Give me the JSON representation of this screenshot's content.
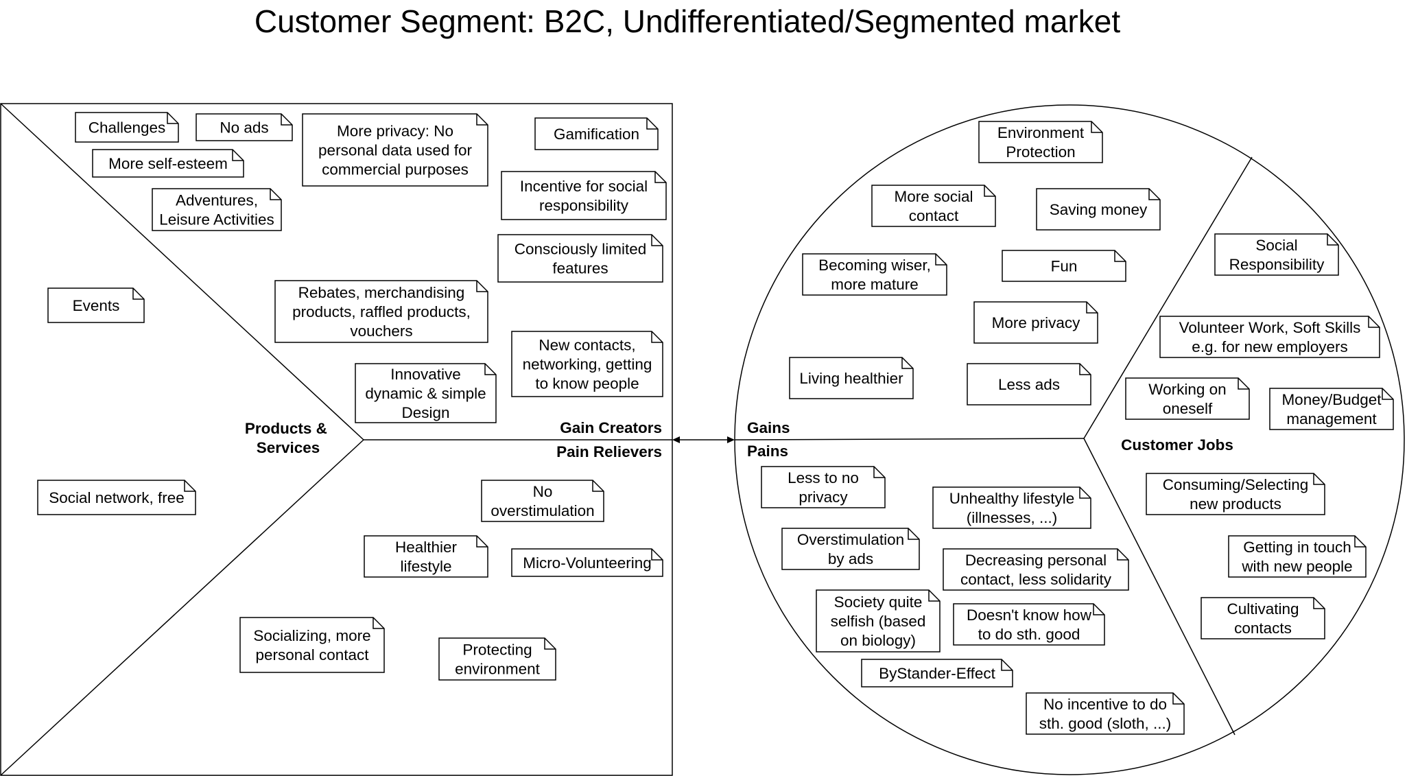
{
  "title": "Customer Segment: B2C, Undifferentiated/Segmented market",
  "labels": {
    "products_services": [
      "Products &",
      "Services"
    ],
    "gain_creators": "Gain Creators",
    "pain_relievers": "Pain Relievers",
    "gains": "Gains",
    "pains": "Pains",
    "customer_jobs": "Customer Jobs"
  },
  "value_map": {
    "products_services": [
      {
        "lines": [
          "Events"
        ]
      },
      {
        "lines": [
          "Social network, free"
        ]
      }
    ],
    "gain_creators": [
      {
        "lines": [
          "Challenges"
        ]
      },
      {
        "lines": [
          "No ads"
        ]
      },
      {
        "lines": [
          "More privacy: No",
          "personal data used for",
          "commercial purposes"
        ]
      },
      {
        "lines": [
          "Gamification"
        ]
      },
      {
        "lines": [
          "More self-esteem"
        ]
      },
      {
        "lines": [
          "Incentive for social",
          "responsibility"
        ]
      },
      {
        "lines": [
          "Adventures,",
          "Leisure Activities"
        ]
      },
      {
        "lines": [
          "Consciously limited",
          "features"
        ]
      },
      {
        "lines": [
          "Rebates, merchandising",
          "products, raffled products,",
          "vouchers"
        ]
      },
      {
        "lines": [
          "New contacts,",
          "networking, getting",
          "to know people"
        ]
      },
      {
        "lines": [
          "Innovative",
          "dynamic & simple",
          "Design"
        ]
      }
    ],
    "pain_relievers": [
      {
        "lines": [
          "No",
          "overstimulation"
        ]
      },
      {
        "lines": [
          "Healthier",
          "lifestyle"
        ]
      },
      {
        "lines": [
          "Micro-Volunteering"
        ]
      },
      {
        "lines": [
          "Socializing, more",
          "personal contact"
        ]
      },
      {
        "lines": [
          "Protecting",
          "environment"
        ]
      }
    ]
  },
  "customer_profile": {
    "gains": [
      {
        "lines": [
          "Environment",
          "Protection"
        ]
      },
      {
        "lines": [
          "More social",
          "contact"
        ]
      },
      {
        "lines": [
          "Saving money"
        ]
      },
      {
        "lines": [
          "Becoming wiser,",
          "more mature"
        ]
      },
      {
        "lines": [
          "Fun"
        ]
      },
      {
        "lines": [
          "More privacy"
        ]
      },
      {
        "lines": [
          "Living healthier"
        ]
      },
      {
        "lines": [
          "Less ads"
        ]
      }
    ],
    "pains": [
      {
        "lines": [
          "Less to no",
          "privacy"
        ]
      },
      {
        "lines": [
          "Unhealthy lifestyle",
          "(illnesses, ...)"
        ]
      },
      {
        "lines": [
          "Overstimulation",
          "by ads"
        ]
      },
      {
        "lines": [
          "Decreasing personal",
          "contact, less solidarity"
        ]
      },
      {
        "lines": [
          "Society quite",
          "selfish (based",
          "on biology)"
        ]
      },
      {
        "lines": [
          "Doesn't know how",
          "to do sth. good"
        ]
      },
      {
        "lines": [
          "ByStander-Effect"
        ]
      },
      {
        "lines": [
          "No incentive to do",
          "sth. good (sloth, ...)"
        ]
      }
    ],
    "customer_jobs": [
      {
        "lines": [
          "Social",
          "Responsibility"
        ]
      },
      {
        "lines": [
          "Volunteer Work, Soft Skills",
          "e.g. for new employers"
        ]
      },
      {
        "lines": [
          "Working on",
          "oneself"
        ]
      },
      {
        "lines": [
          "Money/Budget",
          "management"
        ]
      },
      {
        "lines": [
          "Consuming/Selecting",
          "new products"
        ]
      },
      {
        "lines": [
          "Getting in touch",
          "with new people"
        ]
      },
      {
        "lines": [
          "Cultivating",
          "contacts"
        ]
      }
    ]
  }
}
